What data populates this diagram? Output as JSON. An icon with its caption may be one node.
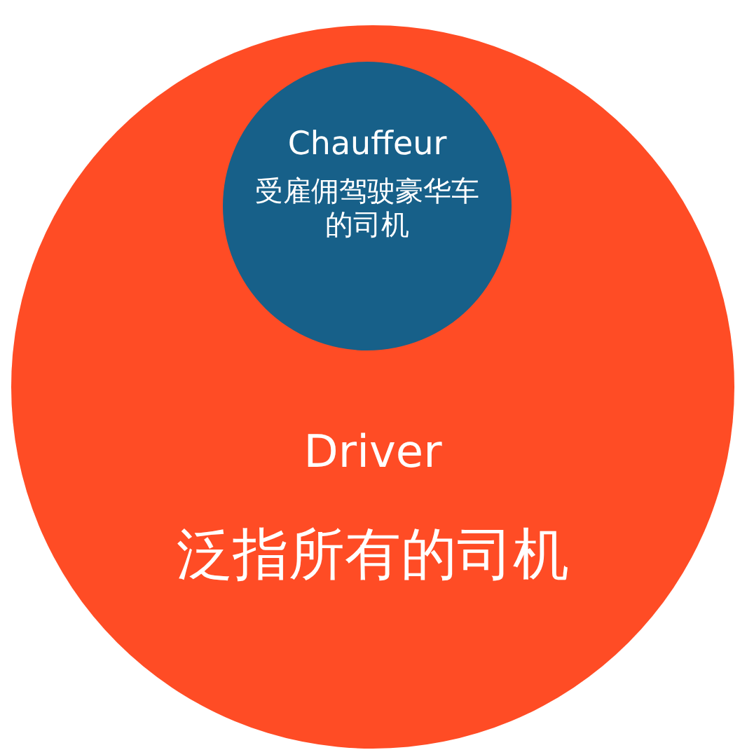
{
  "diagram": {
    "nodes": [
      {
        "text": [
          "Driver",
          "泛指所有的司机"
        ]
      },
      {
        "text": [
          "Chauffeur",
          "受雇佣驾驶豪华车的司机"
        ],
        "in": 0
      }
    ]
  }
}
